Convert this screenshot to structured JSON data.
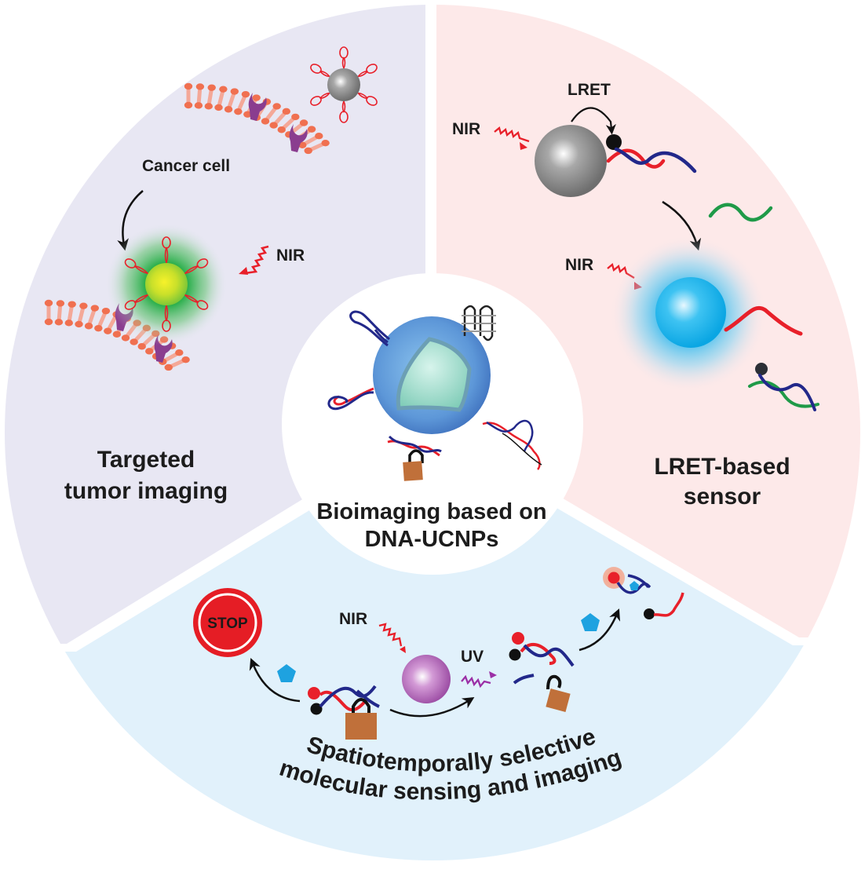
{
  "figure": {
    "center": {
      "title_line1": "Bioimaging based on",
      "title_line2": "DNA-UCNPs"
    },
    "sectors": [
      {
        "id": "targeted-tumor-imaging",
        "title_line1": "Targeted",
        "title_line2": "tumor imaging",
        "background": "#e8e7f3",
        "labels": {
          "cancer_cell": "Cancer cell",
          "nir": "NIR"
        }
      },
      {
        "id": "lret-based-sensor",
        "title_line1": "LRET-based",
        "title_line2": "sensor",
        "background": "#fde9e9",
        "labels": {
          "lret": "LRET",
          "nir_top": "NIR",
          "nir_bottom": "NIR"
        }
      },
      {
        "id": "spatiotemporal-sensing",
        "title_line1": "Spatiotemporally selective",
        "title_line2": "molecular sensing and imaging",
        "background": "#e1f1fb",
        "labels": {
          "stop": "STOP",
          "nir": "NIR",
          "uv": "UV"
        }
      }
    ],
    "colors": {
      "dna_red": "#e8202a",
      "dna_blue": "#22288a",
      "dna_green": "#1f9a48",
      "membrane": "#f07050",
      "receptor": "#8a3d8f",
      "ucnp_gray": "#8a8a8a",
      "ucnp_blue_glow": "#1ab3ec",
      "ucnp_green_glow": "#1fae3c",
      "ucnp_purple": "#a453a8",
      "lock": "#c0703a",
      "target_molecule": "#1ea2e0",
      "stop_red": "#e51d25",
      "nir_arrow": "#e8202a",
      "uv_arrow": "#9b2fa6"
    }
  }
}
